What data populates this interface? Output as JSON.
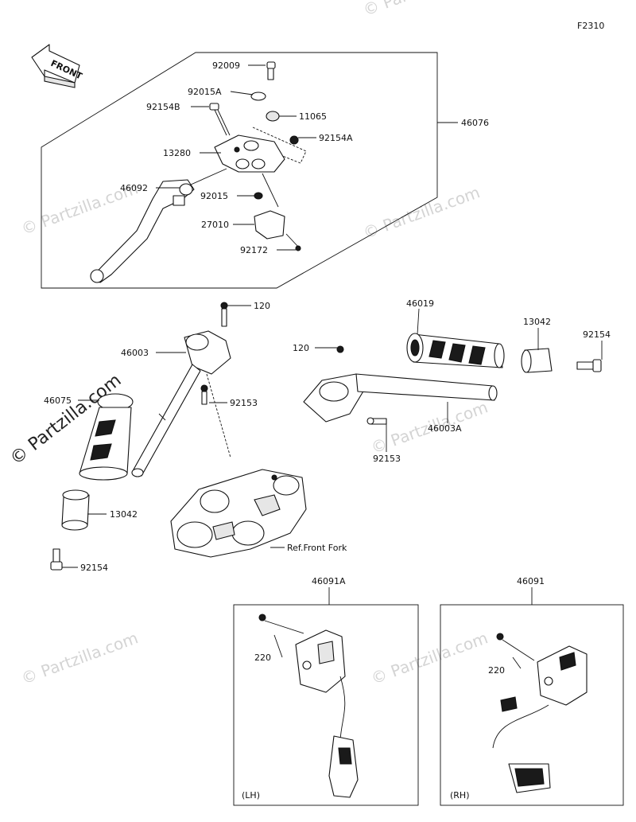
{
  "figure_id": "F2310",
  "front_label": "FRONT",
  "watermark": "© Partzilla.com",
  "watermark_side": "© Partzilla.com",
  "side_labels": {
    "lh": "(LH)",
    "rh": "(RH)"
  },
  "callouts": {
    "c92009": "92009",
    "c92015A": "92015A",
    "c92154B": "92154B",
    "c11065": "11065",
    "c92154A": "92154A",
    "c13280": "13280",
    "c46076": "46076",
    "c46092": "46092",
    "c92015": "92015",
    "c27010": "27010",
    "c92172": "92172",
    "c120a": "120",
    "c46003": "46003",
    "c92153a": "92153",
    "c120b": "120",
    "c46003A": "46003A",
    "c92153b": "92153",
    "c46019": "46019",
    "c13042a": "13042",
    "c92154a": "92154",
    "c46075": "46075",
    "c13042b": "13042",
    "c92154b": "92154",
    "cRefFork": "Ref.Front Fork",
    "c46091A": "46091A",
    "c46091": "46091",
    "c220a": "220",
    "c220b": "220"
  }
}
